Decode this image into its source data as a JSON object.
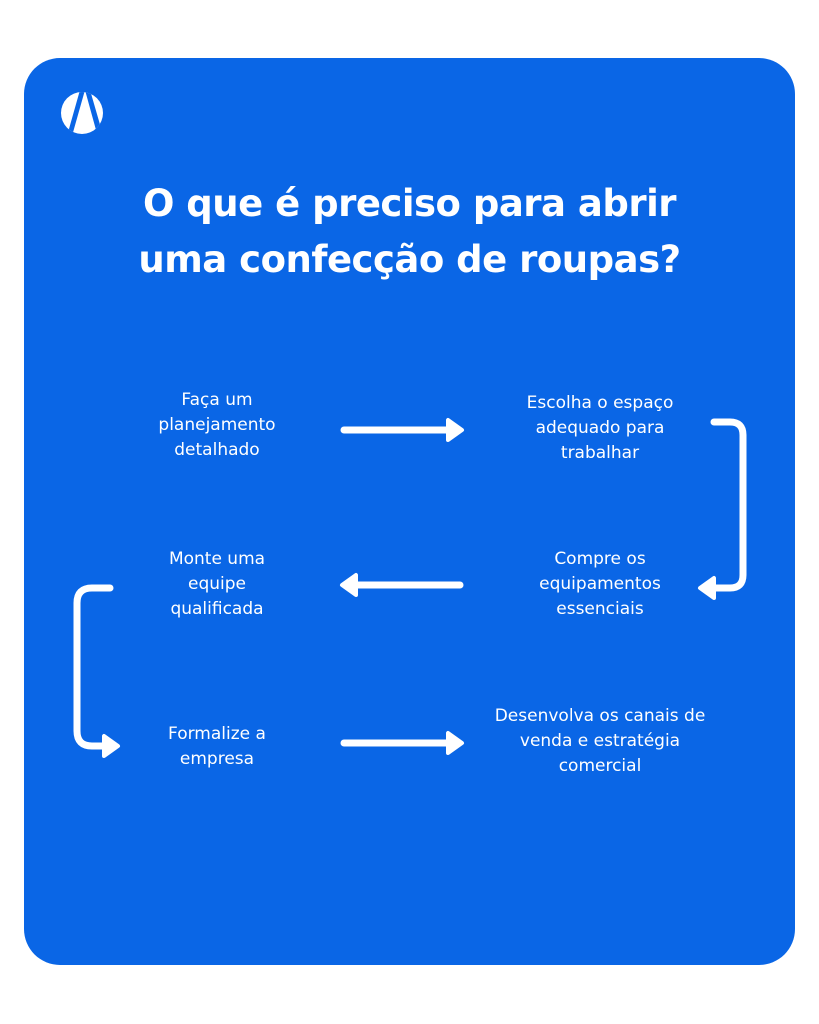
{
  "logo": {
    "icon": "brand-logo-icon"
  },
  "title": {
    "line1": "O que é preciso para abrir",
    "line2": "uma confecção de roupas?"
  },
  "steps": [
    {
      "text": "Faça um planejamento detalhado"
    },
    {
      "text": "Escolha o espaço adequado para trabalhar"
    },
    {
      "text": "Compre os equipamentos essenciais"
    },
    {
      "text": "Monte uma equipe qualificada"
    },
    {
      "text": "Formalize a empresa"
    },
    {
      "text": "Desenvolva os canais de venda e estratégia comercial"
    }
  ],
  "colors": {
    "background": "#0a66e6",
    "foreground": "#ffffff"
  }
}
